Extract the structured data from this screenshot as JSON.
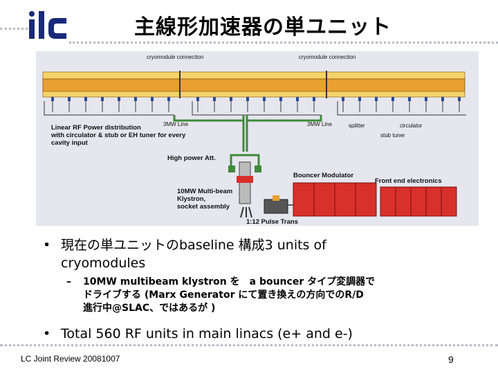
{
  "slide": {
    "title": "主線形加速器の単ユニット",
    "logo_text": "ilc",
    "footer": "LC Joint Review 20081007",
    "page_number": "9"
  },
  "diagram": {
    "cryomodule_connection_left": "cryomodule connection",
    "cryomodule_connection_right": "cryomodule connection",
    "line_3mw_left": "3MW Line",
    "line_3mw_right": "3MW Line",
    "rf_dist_1": "Linear RF Power distribution",
    "rf_dist_2": "with circulator & stub or EH tuner for every",
    "rf_dist_3": "cavity input",
    "splitter": "splitter",
    "circulator": "circulator",
    "stub_tuner": "stub tuner",
    "high_power_att": "High power Att.",
    "bouncer_modulator": "Bouncer Modulator",
    "front_end": "Front end electronics",
    "klystron_1": "10MW Multi-beam",
    "klystron_2": "Klystron,",
    "klystron_3": "socket assembly",
    "pulse_trans": "1:12 Pulse Trans"
  },
  "bullets": {
    "b1_line1": "現在の単ユニットのbaseline 構成3 units of",
    "b1_line2": "cryomodules",
    "sub_line1": "10MW multibeam klystron  を　a bouncer タイプ変調器で",
    "sub_line2": "ドライブする (Marx Generator にて置き換えの方向でのR/D",
    "sub_line3": "進行中@SLAC、ではあるが )",
    "b2": "Total 560 RF units in main linacs (e+ and e-)"
  },
  "colors": {
    "cryo_orange": "#e8a030",
    "cryo_yellow": "#f5d36a",
    "modulator_red": "#d8302a",
    "waveguide_green": "#3e8a3a",
    "diagram_bg": "#e6e6ee",
    "dots": "#b9b9c8"
  }
}
